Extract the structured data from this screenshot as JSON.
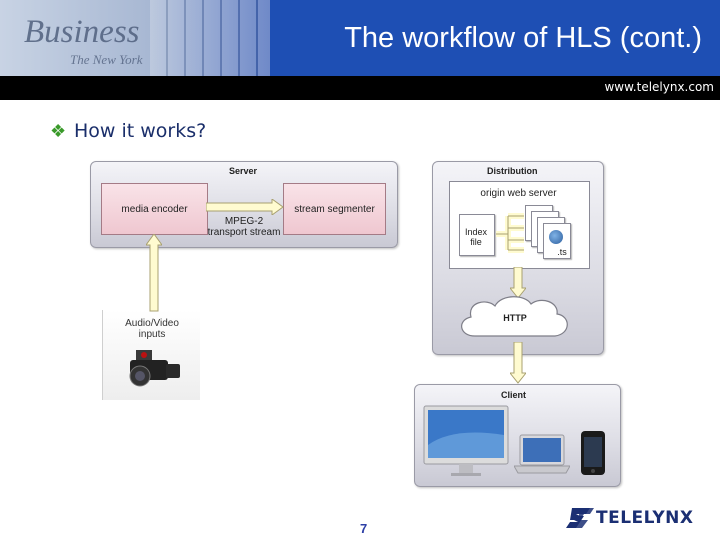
{
  "slide": {
    "title": "The workflow of HLS (cont.)",
    "website": "www.telelynx.com",
    "bullet": "How it works?",
    "page_number": "7",
    "logo_text": "TELELYNX"
  },
  "header_photo": {
    "word": "Business",
    "subword": "The New York"
  },
  "diagram": {
    "server": {
      "label": "Server",
      "media_encoder": "media encoder",
      "stream_segmenter": "stream segmenter",
      "transport_line1": "MPEG-2",
      "transport_line2": "transport stream"
    },
    "inputs": {
      "line1": "Audio/Video",
      "line2": "inputs"
    },
    "distribution": {
      "label": "Distribution",
      "origin_server": "origin web server",
      "index_line1": "Index",
      "index_line2": "file",
      "ts": ".ts"
    },
    "http": "HTTP",
    "client": "Client"
  },
  "colors": {
    "header_blue": "#1e4fb4",
    "bullet_green": "#3a9a2a",
    "text_navy": "#1a2e6a",
    "logo_navy": "#1b2f73",
    "page_number_blue": "#2d3fa6"
  }
}
